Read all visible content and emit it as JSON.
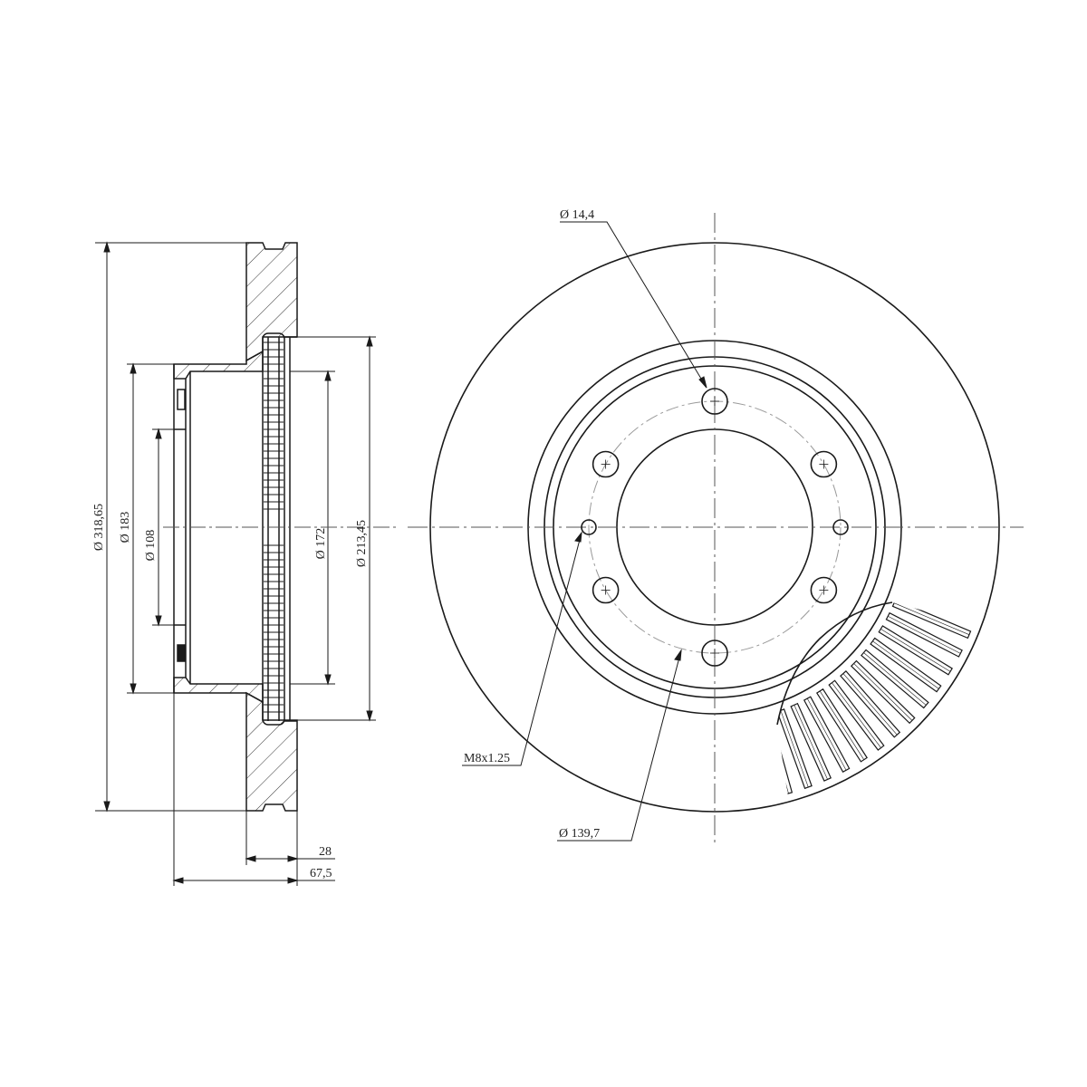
{
  "dimensions": {
    "outer_diameter": "Ø 318,65",
    "hub_diameter": "Ø 183",
    "center_bore": "Ø 108",
    "inner_vent_diameter": "Ø 172",
    "friction_inner_diameter": "Ø 213,45",
    "disc_thickness": "28",
    "overall_height": "67,5",
    "bolt_hole": "Ø 14,4",
    "thread": "M8x1.25",
    "pcd": "Ø 139,7"
  },
  "colors": {
    "line": "#1a1a1a",
    "center": "#555555",
    "pcd": "#999999"
  }
}
